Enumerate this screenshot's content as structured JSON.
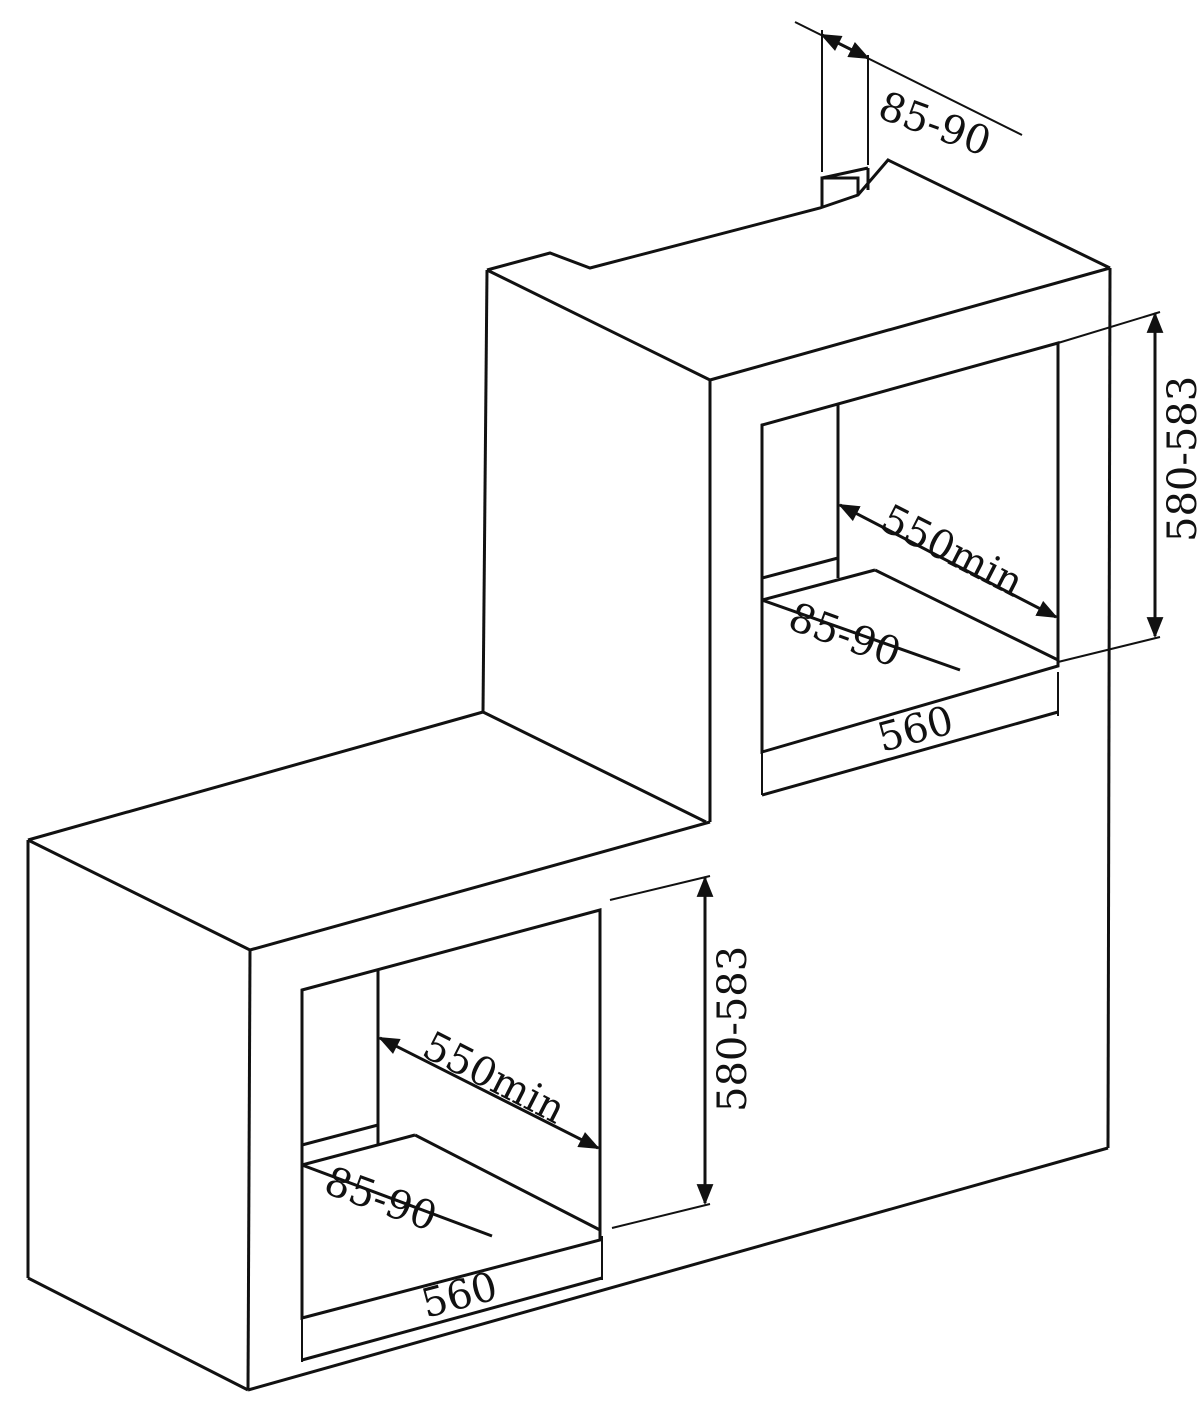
{
  "labels": {
    "top_niche_depth": "85-90",
    "upper_depth": "550min",
    "upper_back_depth": "85-90",
    "upper_width": "560",
    "upper_height": "580-583",
    "lower_depth": "550min",
    "lower_back_depth": "85-90",
    "lower_width": "560",
    "lower_height": "580-583"
  },
  "colors": {
    "line": "#111111",
    "background": "#ffffff"
  }
}
